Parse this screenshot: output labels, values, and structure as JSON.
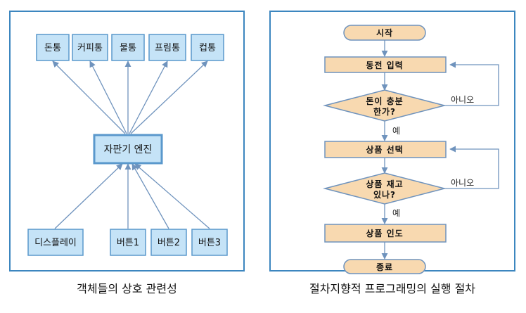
{
  "left_diagram": {
    "top_boxes": [
      "돈통",
      "커피통",
      "물통",
      "프림통",
      "컵통"
    ],
    "engine": "자판기 엔진",
    "bottom_boxes": [
      "디스플레이",
      "버튼1",
      "버튼2",
      "버튼3"
    ],
    "caption": "객체들의 상호 관련성"
  },
  "right_diagram": {
    "start": "시작",
    "step_insert": "동전 입력",
    "decision_money_line1": "돈이 충분",
    "decision_money_line2": "한가?",
    "step_select": "상품 선택",
    "decision_stock_line1": "상품 재고",
    "decision_stock_line2": "있나?",
    "step_deliver": "상품 인도",
    "end": "종료",
    "label_no_1": "아니오",
    "label_yes_1": "예",
    "label_no_2": "아니오",
    "label_yes_2": "예",
    "caption": "절차지향적 프로그래밍의 실행 절차"
  },
  "colors": {
    "panel_border": "#3c86bf",
    "box_fill": "#c5e3f7",
    "box_border": "#5a98cc",
    "arrow": "#6f93bd",
    "flow_fill": "#f8d9b0",
    "flow_border": "#6f93bd"
  }
}
